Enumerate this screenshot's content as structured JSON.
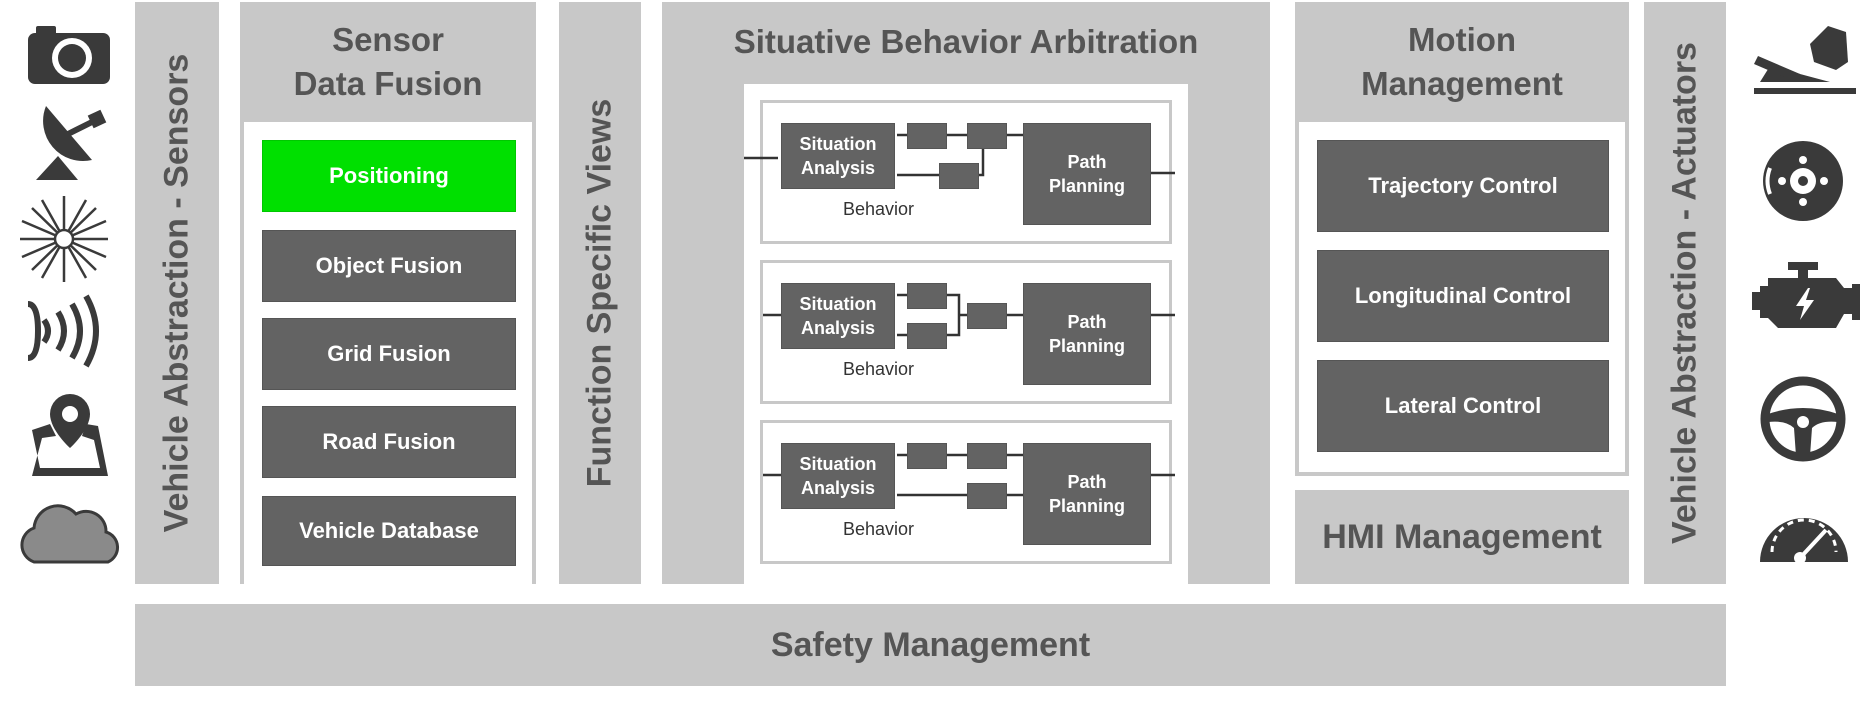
{
  "vehicle_sensors_label": "Vehicle Abstraction - Sensors",
  "sensor_fusion": {
    "title_line1": "Sensor",
    "title_line2": "Data Fusion",
    "items": [
      "Positioning",
      "Object Fusion",
      "Grid Fusion",
      "Road Fusion",
      "Vehicle Database"
    ]
  },
  "function_views_label": "Function Specific Views",
  "arbitration": {
    "title": "Situative Behavior Arbitration",
    "behaviors": [
      {
        "situation": [
          "Situation",
          "Analysis"
        ],
        "planning": [
          "Path",
          "Planning"
        ],
        "label": "Behavior"
      },
      {
        "situation": [
          "Situation",
          "Analysis"
        ],
        "planning": [
          "Path",
          "Planning"
        ],
        "label": "Behavior"
      },
      {
        "situation": [
          "Situation",
          "Analysis"
        ],
        "planning": [
          "Path",
          "Planning"
        ],
        "label": "Behavior"
      }
    ]
  },
  "motion": {
    "title_line1": "Motion",
    "title_line2": "Management",
    "items": [
      "Trajectory Control",
      "Longitudinal  Control",
      "Lateral Control"
    ]
  },
  "hmi_label": "HMI Management",
  "vehicle_actuators_label": "Vehicle Abstraction - Actuators",
  "safety_label": "Safety Management",
  "colors": {
    "panel": "#c8c8c8",
    "box": "#636363",
    "highlight": "#00e000",
    "icon": "#3a3a3a"
  },
  "sensor_icons": [
    "camera-icon",
    "radar-dish-icon",
    "lidar-icon",
    "ultrasonic-icon",
    "map-pin-icon",
    "cloud-icon"
  ],
  "actuator_icons": [
    "pedal-icon",
    "brake-disc-icon",
    "engine-icon",
    "steering-wheel-icon",
    "speedometer-icon"
  ]
}
